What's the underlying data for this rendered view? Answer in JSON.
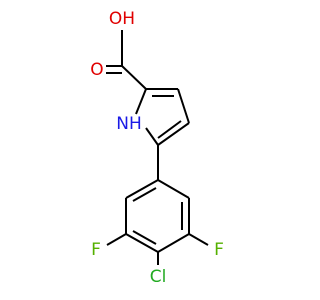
{
  "molecule": {
    "atoms": {
      "o_hydroxyl": {
        "text": "OH",
        "color": "#e00000"
      },
      "o_carbonyl": {
        "text": "O",
        "color": "#e00000"
      },
      "n_pyrrole": {
        "text": "NH",
        "color": "#1a1ae6"
      },
      "f_left": {
        "text": "F",
        "color": "#55b000"
      },
      "f_right": {
        "text": "F",
        "color": "#55b000"
      },
      "cl": {
        "text": "Cl",
        "color": "#22aa22"
      }
    },
    "bond_color": "#000000"
  }
}
